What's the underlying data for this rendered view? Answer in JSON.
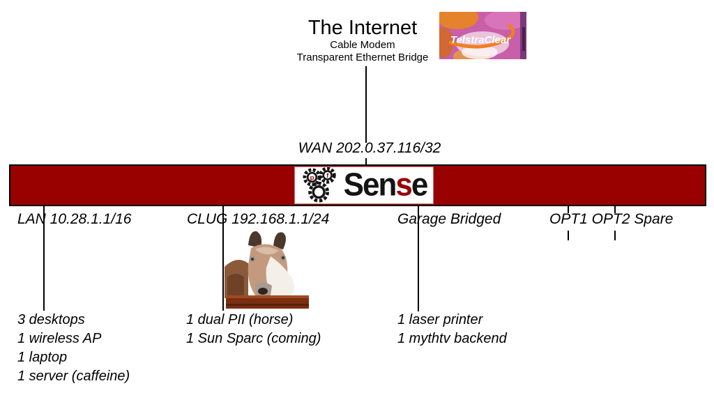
{
  "colors": {
    "firewall_bar": "#990000",
    "pfsense_red": "#990000",
    "isp_logo_pink": "#c85fa8",
    "isp_logo_orange": "#f08020"
  },
  "internet": {
    "title": "The Internet",
    "subtitle1": "Cable Modem",
    "subtitle2": "Transparent Ethernet Bridge"
  },
  "isp": {
    "name": "TelstraClear"
  },
  "wan": {
    "label": "WAN 202.0.37.116/32"
  },
  "firewall": {
    "gear_letter_p": "p",
    "gear_letter_f": "f",
    "brand_sen": "Sen",
    "brand_s": "s",
    "brand_e": "e"
  },
  "interfaces": [
    {
      "label": "LAN 10.28.1.1/16",
      "devices": [
        "3 desktops",
        "1 wireless AP",
        "1 laptop",
        "1 server (caffeine)"
      ]
    },
    {
      "label": "CLUG 192.168.1.1/24",
      "devices": [
        "1 dual PII (horse)",
        "1 Sun Sparc (coming)"
      ]
    },
    {
      "label": "Garage Bridged",
      "devices": [
        "1 laser printer",
        "1 mythtv backend"
      ]
    },
    {
      "label": "OPT1 OPT2 Spare",
      "devices": []
    }
  ]
}
